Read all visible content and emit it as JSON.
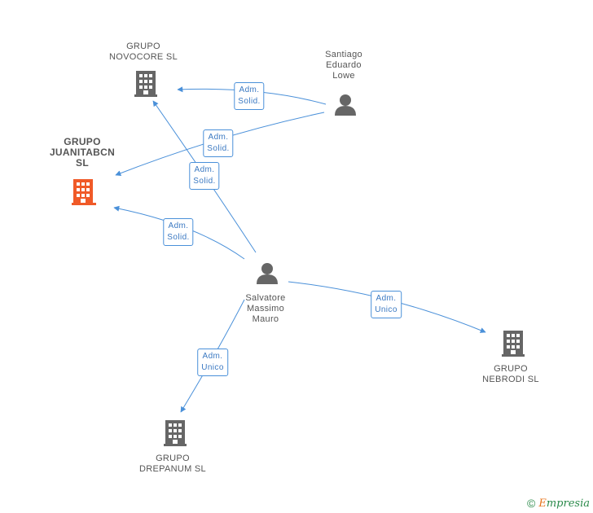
{
  "nodes": {
    "novocore": {
      "label": "GRUPO\nNOVOCORE SL",
      "type": "company"
    },
    "juanitabcn": {
      "label": "GRUPO\nJUANITABCN\nSL",
      "type": "company-main",
      "color": "#f05a28"
    },
    "santiago": {
      "label": "Santiago\nEduardo\nLowe",
      "type": "person"
    },
    "salvatore": {
      "label": "Salvatore\nMassimo\nMauro",
      "type": "person"
    },
    "nebrodi": {
      "label": "GRUPO\nNEBRODI SL",
      "type": "company"
    },
    "drepanum": {
      "label": "GRUPO\nDREPANUM SL",
      "type": "company"
    }
  },
  "edges": {
    "santiago_novocore": "Adm.\nSolid.",
    "santiago_juanitabcn": "Adm.\nSolid.",
    "salvatore_novocore": "Adm.\nSolid.",
    "salvatore_juanitabcn": "Adm.\nSolid.",
    "salvatore_nebrodi": "Adm.\nUnico",
    "salvatore_drepanum": "Adm.\nUnico"
  },
  "colors": {
    "edge": "#4a90d9",
    "icon": "#666666",
    "highlight": "#f05a28"
  },
  "footer": {
    "copyright": "©",
    "brand_first": "E",
    "brand_rest": "mpresia"
  }
}
